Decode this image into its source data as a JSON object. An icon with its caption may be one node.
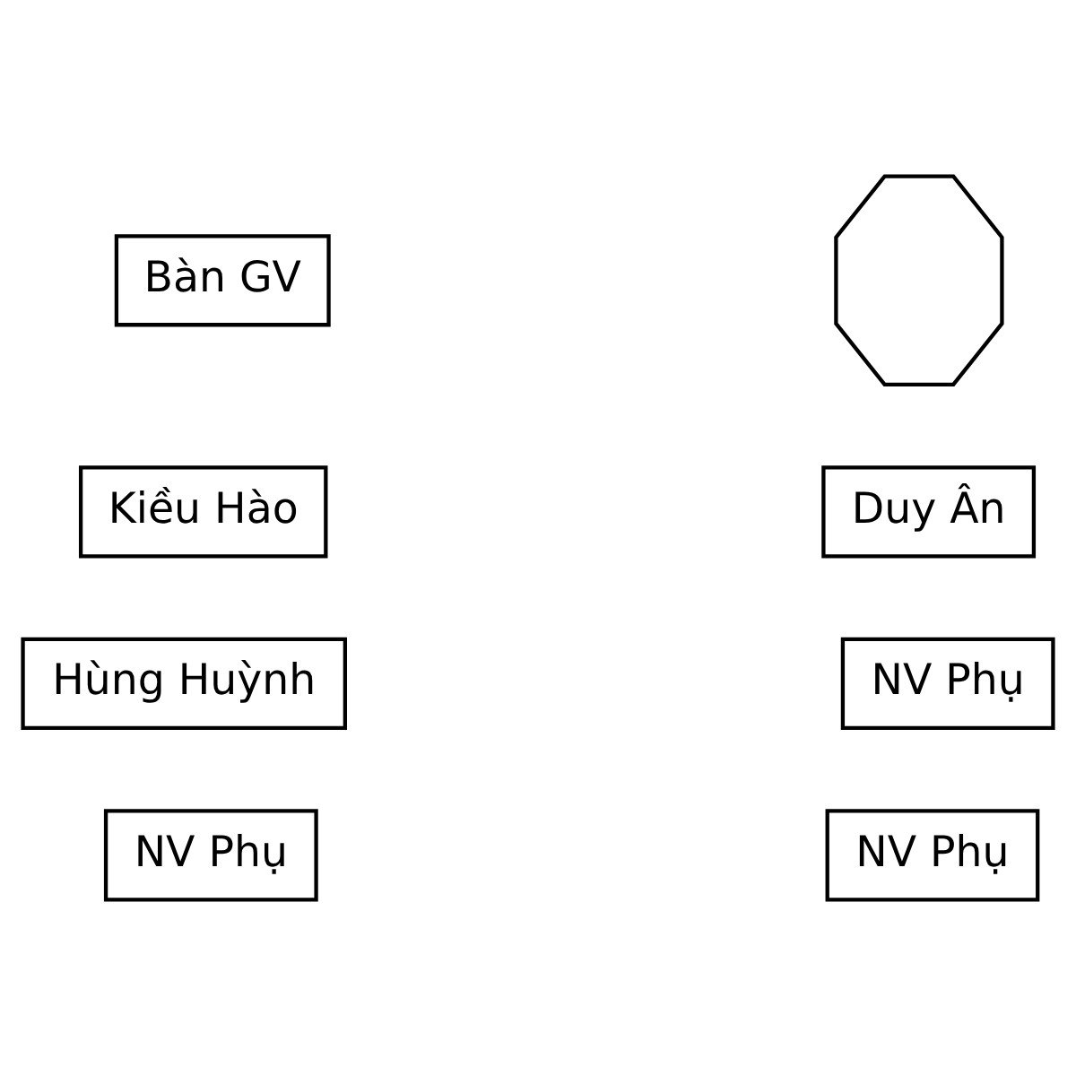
{
  "diagram": {
    "nodes": [
      {
        "text": [
          "Bàn GV"
        ]
      },
      {
        "text": [],
        "shape": "octagon"
      },
      {
        "text": [
          "Kiều Hào"
        ]
      },
      {
        "text": [
          "Duy Ân"
        ]
      },
      {
        "text": [
          "Hùng Huỳnh"
        ]
      },
      {
        "text": [
          "NV Phụ"
        ]
      },
      {
        "text": [
          "NV Phụ"
        ]
      },
      {
        "text": [
          "NV Phụ"
        ]
      }
    ]
  }
}
